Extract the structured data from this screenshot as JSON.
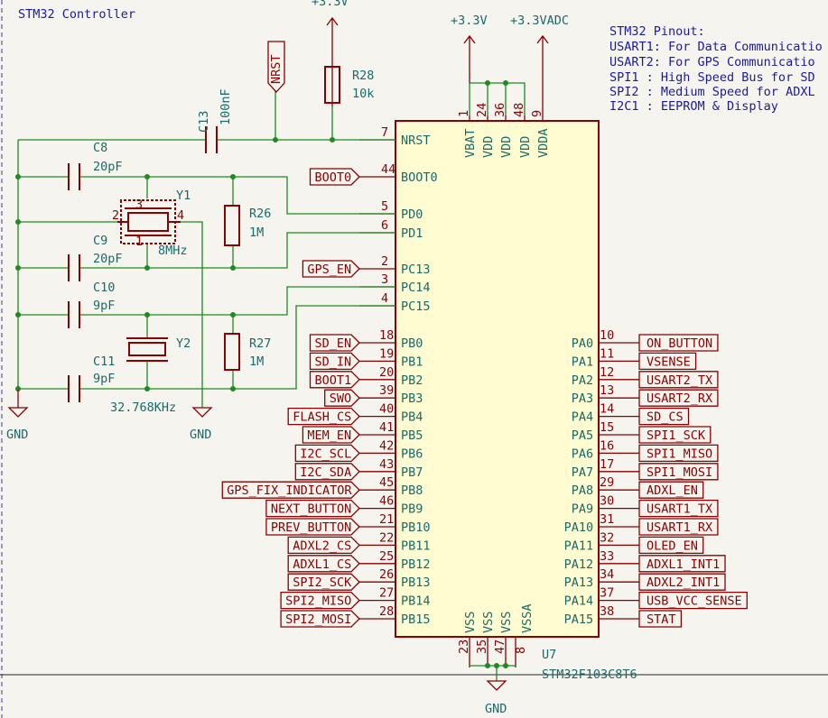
{
  "sheet_title": "STM32 Controller",
  "notes": {
    "title": "STM32 Pinout:",
    "lines": [
      "USART1: For Data Communicatio",
      "USART2: For GPS Communicatio",
      "SPI1  : High Speed Bus for SD",
      "SPI2  : Medium Speed for ADXL",
      "I2C1  : EEPROM & Display"
    ]
  },
  "power": {
    "v33_top": "+3.3V",
    "v33": "+3.3V",
    "v33adc": "+3.3VADC",
    "gnd": "GND"
  },
  "mcu": {
    "ref": "U7",
    "value": "STM32F103C8T6",
    "top_pins": [
      {
        "name": "VBAT",
        "num": "1"
      },
      {
        "name": "VDD",
        "num": "24"
      },
      {
        "name": "VDD",
        "num": "36"
      },
      {
        "name": "VDD",
        "num": "48"
      },
      {
        "name": "VDDA",
        "num": "9"
      }
    ],
    "bottom_pins": [
      {
        "name": "VSS",
        "num": "23"
      },
      {
        "name": "VSS",
        "num": "35"
      },
      {
        "name": "VSS",
        "num": "47"
      },
      {
        "name": "VSSA",
        "num": "8"
      }
    ],
    "left_top": [
      {
        "pin": "NRST",
        "num": "7",
        "net": ""
      },
      {
        "pin": "BOOT0",
        "num": "44",
        "net": "BOOT0"
      },
      {
        "pin": "PD0",
        "num": "5",
        "net": ""
      },
      {
        "pin": "PD1",
        "num": "6",
        "net": ""
      },
      {
        "pin": "PC13",
        "num": "2",
        "net": "GPS_EN"
      },
      {
        "pin": "PC14",
        "num": "3",
        "net": ""
      },
      {
        "pin": "PC15",
        "num": "4",
        "net": ""
      }
    ],
    "left_b": [
      {
        "pin": "PB0",
        "num": "18",
        "net": "SD_EN"
      },
      {
        "pin": "PB1",
        "num": "19",
        "net": "SD_IN"
      },
      {
        "pin": "PB2",
        "num": "20",
        "net": "BOOT1"
      },
      {
        "pin": "PB3",
        "num": "39",
        "net": "SWO"
      },
      {
        "pin": "PB4",
        "num": "40",
        "net": "FLASH_CS"
      },
      {
        "pin": "PB5",
        "num": "41",
        "net": "MEM_EN"
      },
      {
        "pin": "PB6",
        "num": "42",
        "net": "I2C_SCL"
      },
      {
        "pin": "PB7",
        "num": "43",
        "net": "I2C_SDA"
      },
      {
        "pin": "PB8",
        "num": "45",
        "net": "GPS_FIX_INDICATOR"
      },
      {
        "pin": "PB9",
        "num": "46",
        "net": "NEXT_BUTTON"
      },
      {
        "pin": "PB10",
        "num": "21",
        "net": "PREV_BUTTON"
      },
      {
        "pin": "PB11",
        "num": "22",
        "net": "ADXL2_CS"
      },
      {
        "pin": "PB12",
        "num": "25",
        "net": "ADXL1_CS"
      },
      {
        "pin": "PB13",
        "num": "26",
        "net": "SPI2_SCK"
      },
      {
        "pin": "PB14",
        "num": "27",
        "net": "SPI2_MISO"
      },
      {
        "pin": "PB15",
        "num": "28",
        "net": "SPI2_MOSI"
      }
    ],
    "right_a": [
      {
        "pin": "PA0",
        "num": "10",
        "net": "ON_BUTTON"
      },
      {
        "pin": "PA1",
        "num": "11",
        "net": "VSENSE"
      },
      {
        "pin": "PA2",
        "num": "12",
        "net": "USART2_TX"
      },
      {
        "pin": "PA3",
        "num": "13",
        "net": "USART2_RX"
      },
      {
        "pin": "PA4",
        "num": "14",
        "net": "SD_CS"
      },
      {
        "pin": "PA5",
        "num": "15",
        "net": "SPI1_SCK"
      },
      {
        "pin": "PA6",
        "num": "16",
        "net": "SPI1_MISO"
      },
      {
        "pin": "PA7",
        "num": "17",
        "net": "SPI1_MOSI"
      },
      {
        "pin": "PA8",
        "num": "29",
        "net": "ADXL_EN"
      },
      {
        "pin": "PA9",
        "num": "30",
        "net": "USART1_TX"
      },
      {
        "pin": "PA10",
        "num": "31",
        "net": "USART1_RX"
      },
      {
        "pin": "PA11",
        "num": "32",
        "net": "OLED_EN"
      },
      {
        "pin": "PA12",
        "num": "33",
        "net": "ADXL1_INT1"
      },
      {
        "pin": "PA13",
        "num": "34",
        "net": "ADXL2_INT1"
      },
      {
        "pin": "PA14",
        "num": "37",
        "net": "USB_VCC_SENSE"
      },
      {
        "pin": "PA15",
        "num": "38",
        "net": "STAT"
      }
    ]
  },
  "nrst_label": "NRST",
  "components": {
    "c13": {
      "ref": "C13",
      "val": "100nF"
    },
    "r28": {
      "ref": "R28",
      "val": "10k"
    },
    "c8": {
      "ref": "C8",
      "val": "20pF"
    },
    "c9": {
      "ref": "C9",
      "val": "20pF"
    },
    "c10": {
      "ref": "C10",
      "val": "9pF"
    },
    "c11": {
      "ref": "C11",
      "val": "9pF"
    },
    "y1": {
      "ref": "Y1",
      "val": "8MHz",
      "p1": "1",
      "p2": "2",
      "p3": "3",
      "p4": "4"
    },
    "y2": {
      "ref": "Y2",
      "val": "32.768KHz"
    },
    "r26": {
      "ref": "R26",
      "val": "1M"
    },
    "r27": {
      "ref": "R27",
      "val": "1M"
    }
  }
}
